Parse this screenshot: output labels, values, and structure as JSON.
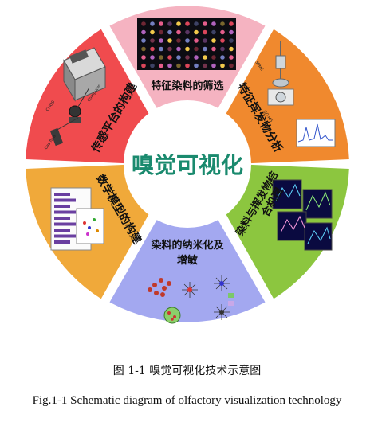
{
  "center_title": "嗅觉可视化",
  "segments": [
    {
      "id": "top",
      "label": "特征染料的筛选",
      "color": "#f5b3c1"
    },
    {
      "id": "upper-right",
      "label": "特征挥发物分析",
      "color": "#f0892e"
    },
    {
      "id": "lower-right",
      "label_lines": [
        "染料与挥发物结",
        "合机理"
      ],
      "color": "#8cc63f"
    },
    {
      "id": "bottom",
      "label_lines": [
        "染料的纳米化及",
        "增敏"
      ],
      "color": "#a3a8f0"
    },
    {
      "id": "lower-left",
      "label": "数学模型的构建",
      "color": "#f0a93a"
    },
    {
      "id": "upper-left",
      "label": "传感平台的构建",
      "color": "#f04b4e"
    }
  ],
  "colors": {
    "title": "#1a8a6e",
    "center": "#ffffff"
  },
  "caption_cn": "图 1-1  嗅觉可视化技术示意图",
  "caption_en": "Fig.1-1 Schematic diagram of olfactory visualization technology"
}
